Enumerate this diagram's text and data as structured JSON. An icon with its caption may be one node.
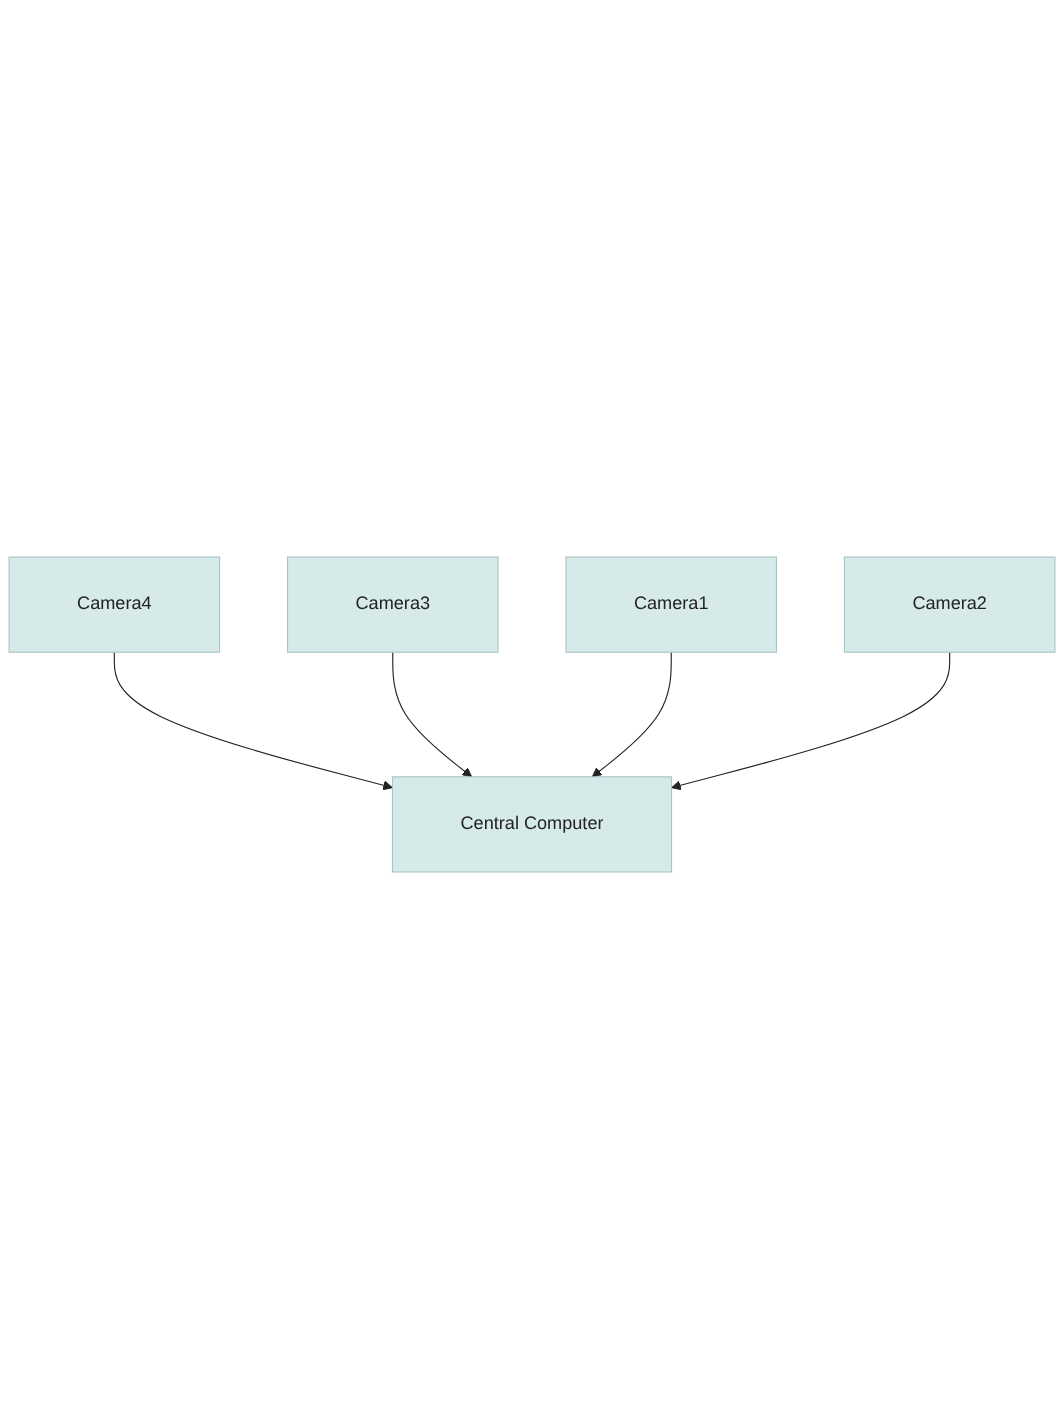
{
  "diagram": {
    "nodes": [
      {
        "text": [
          "Camera4"
        ]
      },
      {
        "text": [
          "Camera3"
        ]
      },
      {
        "text": [
          "Central Computer"
        ]
      },
      {
        "text": [
          "Camera1"
        ]
      },
      {
        "text": [
          "Camera2"
        ]
      }
    ],
    "edges": [
      {
        "from": 0,
        "to": 2,
        "arrow": "to"
      },
      {
        "from": 1,
        "to": 2,
        "arrow": "to"
      },
      {
        "from": 3,
        "to": 2,
        "arrow": "to"
      },
      {
        "from": 4,
        "to": 2,
        "arrow": "to"
      }
    ]
  }
}
